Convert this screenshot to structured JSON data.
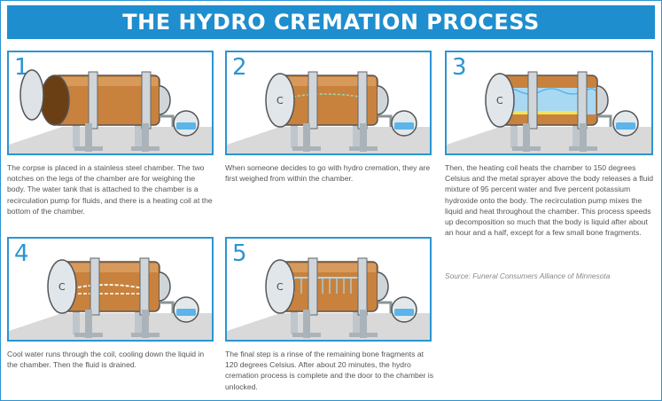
{
  "title": "THE HYDRO CREMATION PROCESS",
  "source": "Source: Funeral Consumers Alliance of Minnesota",
  "colors": {
    "brand_blue": "#1e8ece",
    "tank_orange": "#c8823d",
    "liquid_blue": "#a8d8f2",
    "text_gray": "#555555"
  },
  "steps": [
    {
      "number": "1",
      "text": "The corpse is placed in a stainless steel chamber. The two notches on the legs of the chamber are for weighing the body. The water tank that is attached to the chamber is a recirculation pump for fluids, and there is a heating coil at the bottom of the chamber."
    },
    {
      "number": "2",
      "text": "When someone decides to go with hydro cremation, they are first weighed from within the chamber."
    },
    {
      "number": "3",
      "text": "Then, the heating coil heats the chamber to 150 degrees Celsius and the metal sprayer above the body releases a fluid mixture of 95 percent water and five percent potassium hydroxide onto the body.  The recirculation pump mixes the liquid and heat throughout the chamber.  This process speeds up decomposition so much that the body is liquid after about an hour and a half, except for a few small bone fragments."
    },
    {
      "number": "4",
      "text": "Cool water runs through the coil, cooling down the liquid in the chamber.  Then the fluid is drained."
    },
    {
      "number": "5",
      "text": "The final step is a rinse of the remaining bone fragments at 120 degrees Celsius.  After about 20 minutes, the hydro cremation process is complete and the door to the chamber is unlocked."
    }
  ]
}
